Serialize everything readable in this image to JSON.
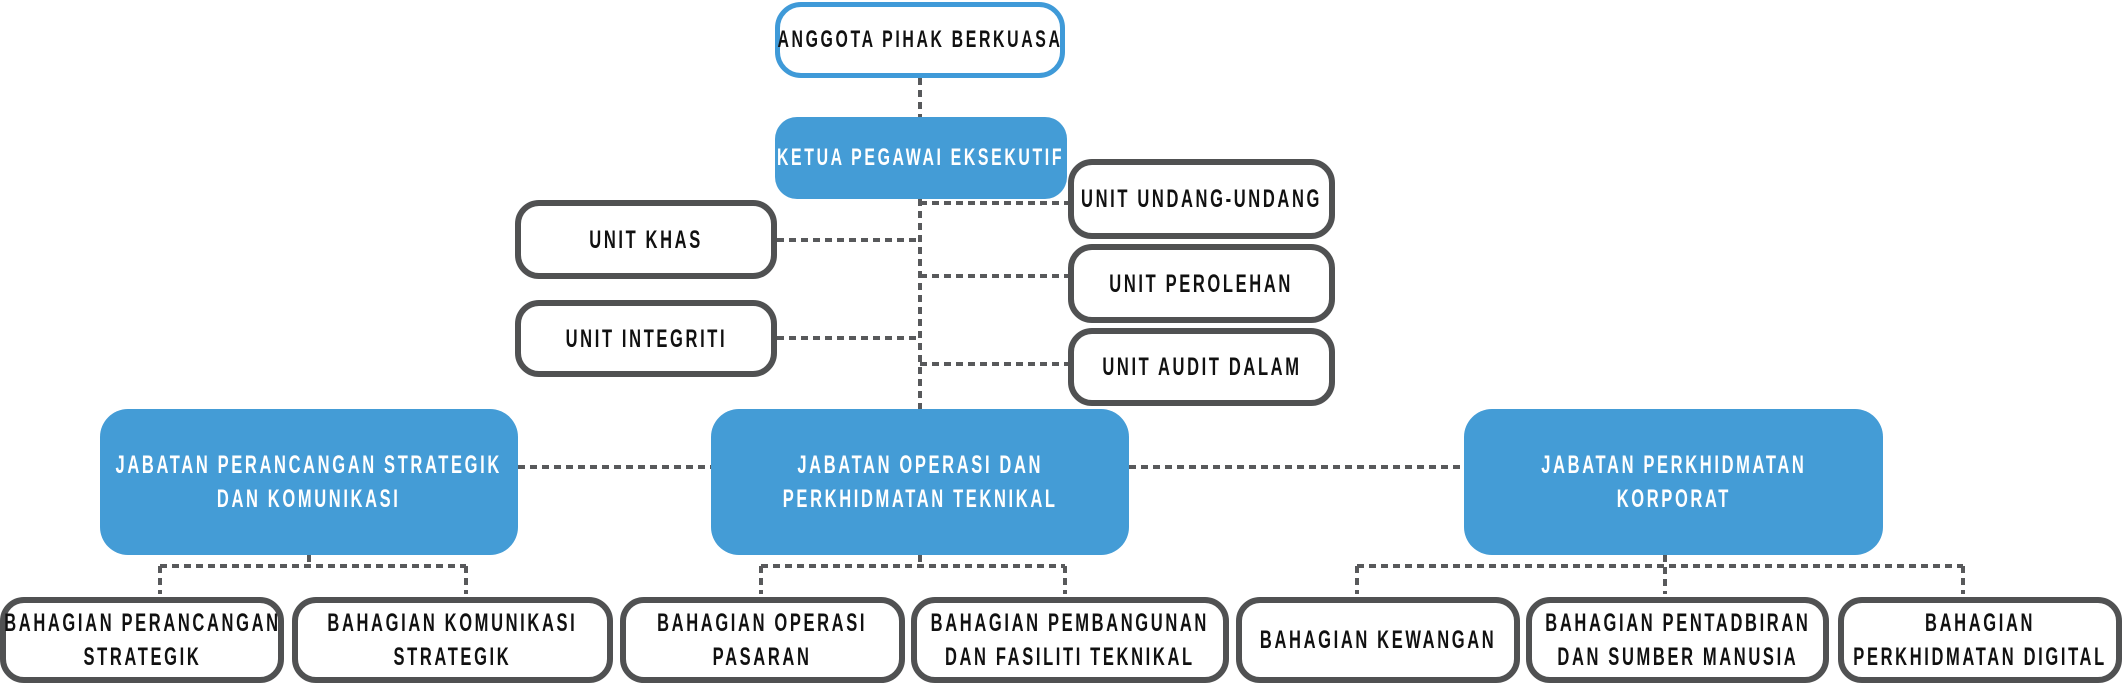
{
  "colors": {
    "accent_blue": "#449cd6",
    "outline_blue": "#3f9ad8",
    "outline_gray": "#505152",
    "connector": "#58595b",
    "text_dark": "#111111",
    "text_light": "#ffffff"
  },
  "chart": {
    "board": {
      "label": "ANGGOTA PIHAK BERKUASA"
    },
    "ceo": {
      "label": "KETUA PEGAWAI EKSEKUTIF"
    },
    "units_left": [
      {
        "label": "UNIT KHAS"
      },
      {
        "label": "UNIT INTEGRITI"
      }
    ],
    "units_right": [
      {
        "label": "UNIT UNDANG-UNDANG"
      },
      {
        "label": "UNIT PEROLEHAN"
      },
      {
        "label": "UNIT AUDIT DALAM"
      }
    ],
    "departments": [
      {
        "line1": "JABATAN PERANCANGAN STRATEGIK",
        "line2": "DAN KOMUNIKASI",
        "divisions": [
          {
            "line1": "BAHAGIAN PERANCANGAN",
            "line2": "STRATEGIK"
          },
          {
            "line1": "BAHAGIAN KOMUNIKASI",
            "line2": "STRATEGIK"
          }
        ]
      },
      {
        "line1": "JABATAN OPERASI DAN",
        "line2": "PERKHIDMATAN TEKNIKAL",
        "divisions": [
          {
            "line1": "BAHAGIAN OPERASI",
            "line2": "PASARAN"
          },
          {
            "line1": "BAHAGIAN PEMBANGUNAN",
            "line2": "DAN FASILITI TEKNIKAL"
          }
        ]
      },
      {
        "line1": "JABATAN PERKHIDMATAN",
        "line2": "KORPORAT",
        "divisions": [
          {
            "line1": "BAHAGIAN KEWANGAN",
            "line2": ""
          },
          {
            "line1": "BAHAGIAN PENTADBIRAN",
            "line2": "DAN SUMBER MANUSIA"
          },
          {
            "line1": "BAHAGIAN",
            "line2": "PERKHIDMATAN DIGITAL"
          }
        ]
      }
    ]
  }
}
